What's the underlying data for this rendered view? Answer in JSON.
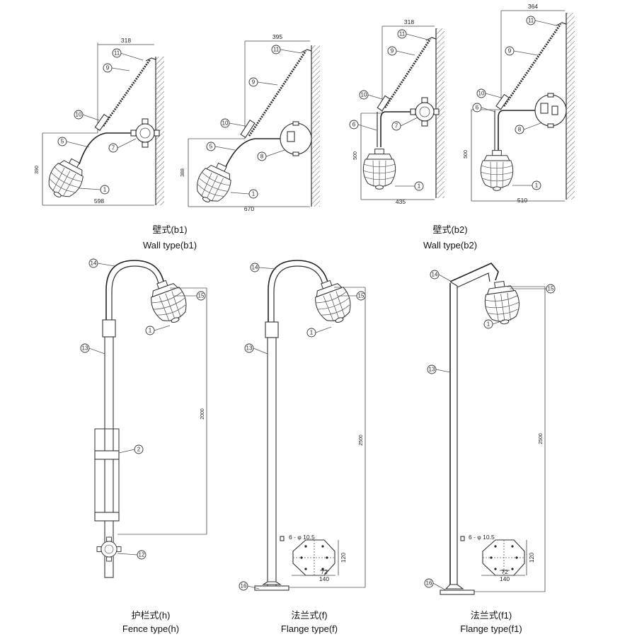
{
  "captions": {
    "b1_zh": "壁式(b1)",
    "b1_en": "Wall type(b1)",
    "b2_zh": "壁式(b2)",
    "b2_en": "Wall type(b2)",
    "h_zh": "护栏式(h)",
    "h_en": "Fence type(h)",
    "f_zh": "法兰式(f)",
    "f_en": "Flange type(f)",
    "f1_zh": "法兰式(f1)",
    "f1_en": "Flange type(f1)"
  },
  "dimensions": {
    "b1a_top": "318",
    "b1a_width": "598",
    "b1a_height": "390",
    "b1b_top": "395",
    "b1b_width": "670",
    "b1b_height": "388",
    "b2a_top": "318",
    "b2a_width": "435",
    "b2a_height": "500",
    "b2b_top": "364",
    "b2b_width": "510",
    "b2b_height": "500",
    "h_height": "2000",
    "f_height": "2500",
    "f1_height": "2500",
    "flange_holes": "6 - φ 10.5",
    "flange_h": "120",
    "flange_inner": "72",
    "flange_outer": "140"
  },
  "balloons": {
    "n1": "1",
    "n2": "2",
    "n5": "5",
    "n6": "6",
    "n7": "7",
    "n8": "8",
    "n9": "9",
    "n10": "10",
    "n11": "11",
    "n12": "12",
    "n13": "13",
    "n14": "14",
    "n15": "15",
    "n16": "16"
  }
}
